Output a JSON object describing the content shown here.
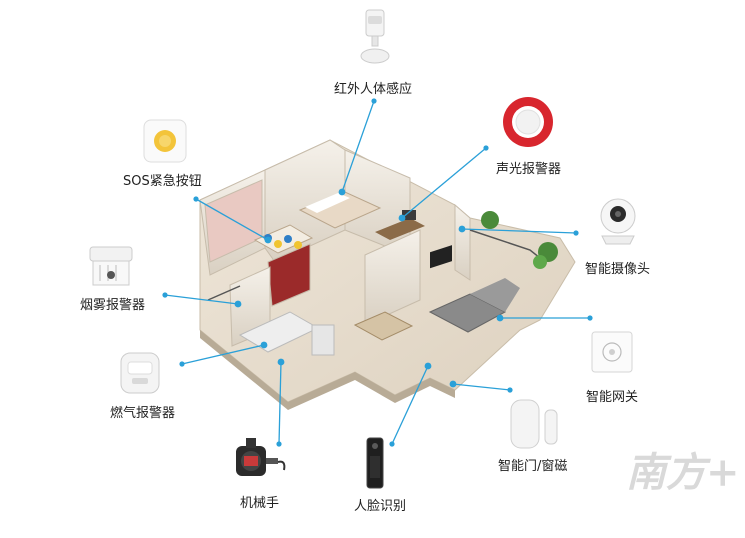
{
  "diagram": {
    "devices": [
      {
        "id": "motion",
        "label": "红外人体感应",
        "icon": "pir-motion-sensor-icon"
      },
      {
        "id": "sos",
        "label": "SOS紧急按钮",
        "icon": "sos-button-icon"
      },
      {
        "id": "siren",
        "label": "声光报警器",
        "icon": "siren-icon"
      },
      {
        "id": "smoke",
        "label": "烟雾报警器",
        "icon": "smoke-detector-icon"
      },
      {
        "id": "camera",
        "label": "智能摄像头",
        "icon": "camera-icon"
      },
      {
        "id": "gas",
        "label": "燃气报警器",
        "icon": "gas-detector-icon"
      },
      {
        "id": "gateway",
        "label": "智能网关",
        "icon": "gateway-icon"
      },
      {
        "id": "valve",
        "label": "机械手",
        "icon": "valve-manipulator-icon"
      },
      {
        "id": "face",
        "label": "人脸识别",
        "icon": "face-recognition-lock-icon"
      },
      {
        "id": "door",
        "label": "智能门/窗磁",
        "icon": "door-window-sensor-icon"
      }
    ],
    "colors": {
      "connector": "#2aa0d8",
      "siren_red": "#d8262e",
      "sos_yellow": "#f3c43a",
      "watermark": "#d9d9d9"
    },
    "watermark": "南方+"
  }
}
